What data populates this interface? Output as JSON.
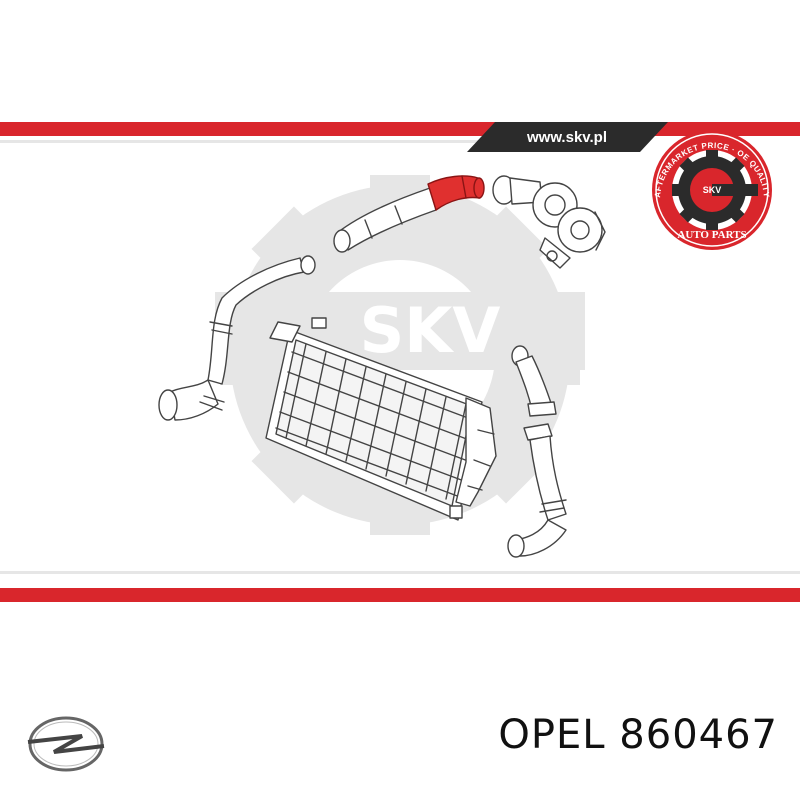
{
  "header": {
    "site_url": "www.skv.pl"
  },
  "badge": {
    "ring_text": "AFTERMARKET PRICE · OE QUALITY",
    "core_text": "SKV",
    "bottom_text": "AUTO PARTS"
  },
  "watermark": {
    "text": "SKV"
  },
  "product": {
    "brand": "OPEL",
    "part_number": "860467",
    "label": "OPEL 860467"
  },
  "colors": {
    "brand_red": "#d9262c",
    "banner_dark": "#2b2b2b",
    "watermark_gray": "#e6e6e6",
    "highlight_part": "#e0302f",
    "line_art": "#444444"
  },
  "icons": {
    "brand_logo": "opel-lightning-logo",
    "badge": "gear-badge-icon"
  }
}
